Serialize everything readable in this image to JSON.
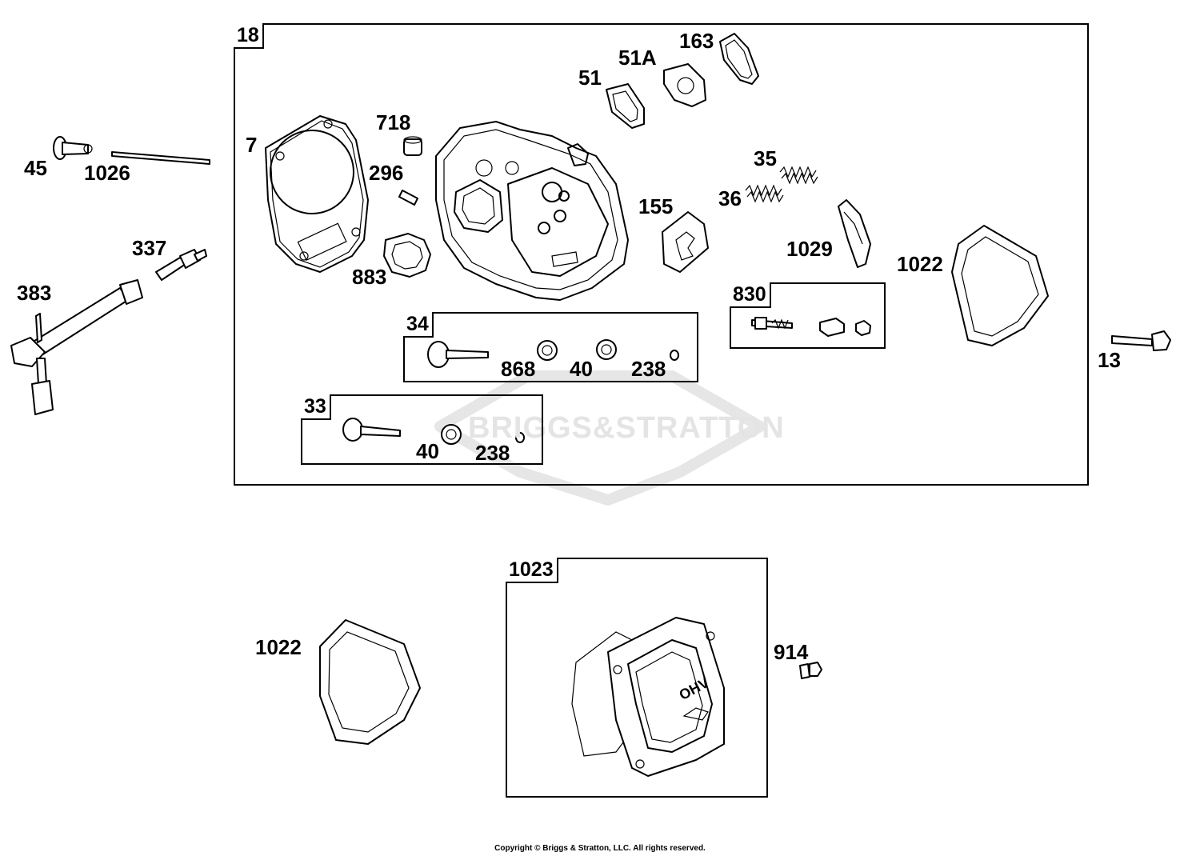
{
  "watermark": "BRIGGS&STRATTON",
  "copyright": "Copyright © Briggs & Stratton, LLC. All rights reserved.",
  "cover_text": "OHV",
  "boxes": {
    "b18": "18",
    "b34": "34",
    "b33": "33",
    "b830": "830",
    "b1023": "1023"
  },
  "labels": {
    "p7": "7",
    "p718": "718",
    "p296": "296",
    "p883": "883",
    "p51": "51",
    "p51a": "51A",
    "p163": "163",
    "p155": "155",
    "p35": "35",
    "p36": "36",
    "p1029": "1029",
    "p1022a": "1022",
    "p868": "868",
    "p40a": "40",
    "p238a": "238",
    "p40b": "40",
    "p238b": "238",
    "p45": "45",
    "p1026": "1026",
    "p337": "337",
    "p383": "383",
    "p13": "13",
    "p1022b": "1022",
    "p914": "914"
  }
}
